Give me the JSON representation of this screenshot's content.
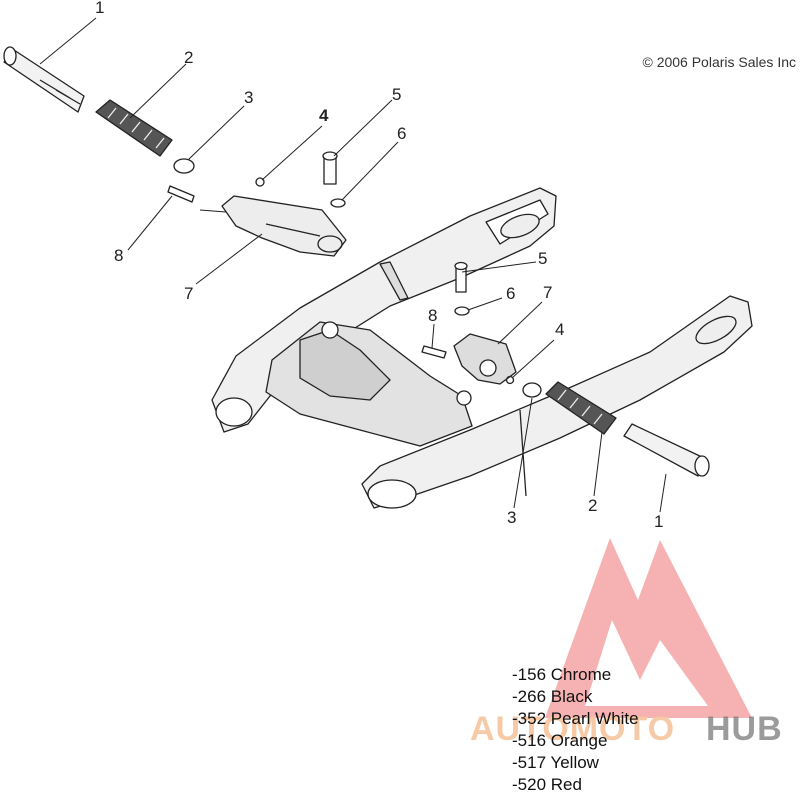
{
  "copyright": "© 2006 Polaris Sales Inc",
  "callouts": [
    {
      "id": "c1a",
      "label": "1",
      "bold": false
    },
    {
      "id": "c2a",
      "label": "2",
      "bold": false
    },
    {
      "id": "c3a",
      "label": "3",
      "bold": false
    },
    {
      "id": "c4a",
      "label": "4",
      "bold": true
    },
    {
      "id": "c5a",
      "label": "5",
      "bold": false
    },
    {
      "id": "c6a",
      "label": "6",
      "bold": false
    },
    {
      "id": "c7a",
      "label": "7",
      "bold": false
    },
    {
      "id": "c8a",
      "label": "8",
      "bold": false
    },
    {
      "id": "c5b",
      "label": "5",
      "bold": false
    },
    {
      "id": "c6b",
      "label": "6",
      "bold": false
    },
    {
      "id": "c7b",
      "label": "7",
      "bold": false
    },
    {
      "id": "c8b",
      "label": "8",
      "bold": false
    },
    {
      "id": "c4b",
      "label": "4",
      "bold": false
    },
    {
      "id": "c3b",
      "label": "3",
      "bold": false
    },
    {
      "id": "c2b",
      "label": "2",
      "bold": false
    },
    {
      "id": "c1b",
      "label": "1",
      "bold": false
    }
  ],
  "color_options": [
    "-156 Chrome",
    "-266 Black",
    "-352 Pearl White",
    "-516 Orange",
    "-517 Yellow",
    "-520 Red"
  ],
  "watermark": {
    "word_a": "AUTOMOTO",
    "word_b": "HUB",
    "triangle_color": "#f08080",
    "text_color_a": "#f6c8a2",
    "text_color_b": "#7a7a7a"
  }
}
